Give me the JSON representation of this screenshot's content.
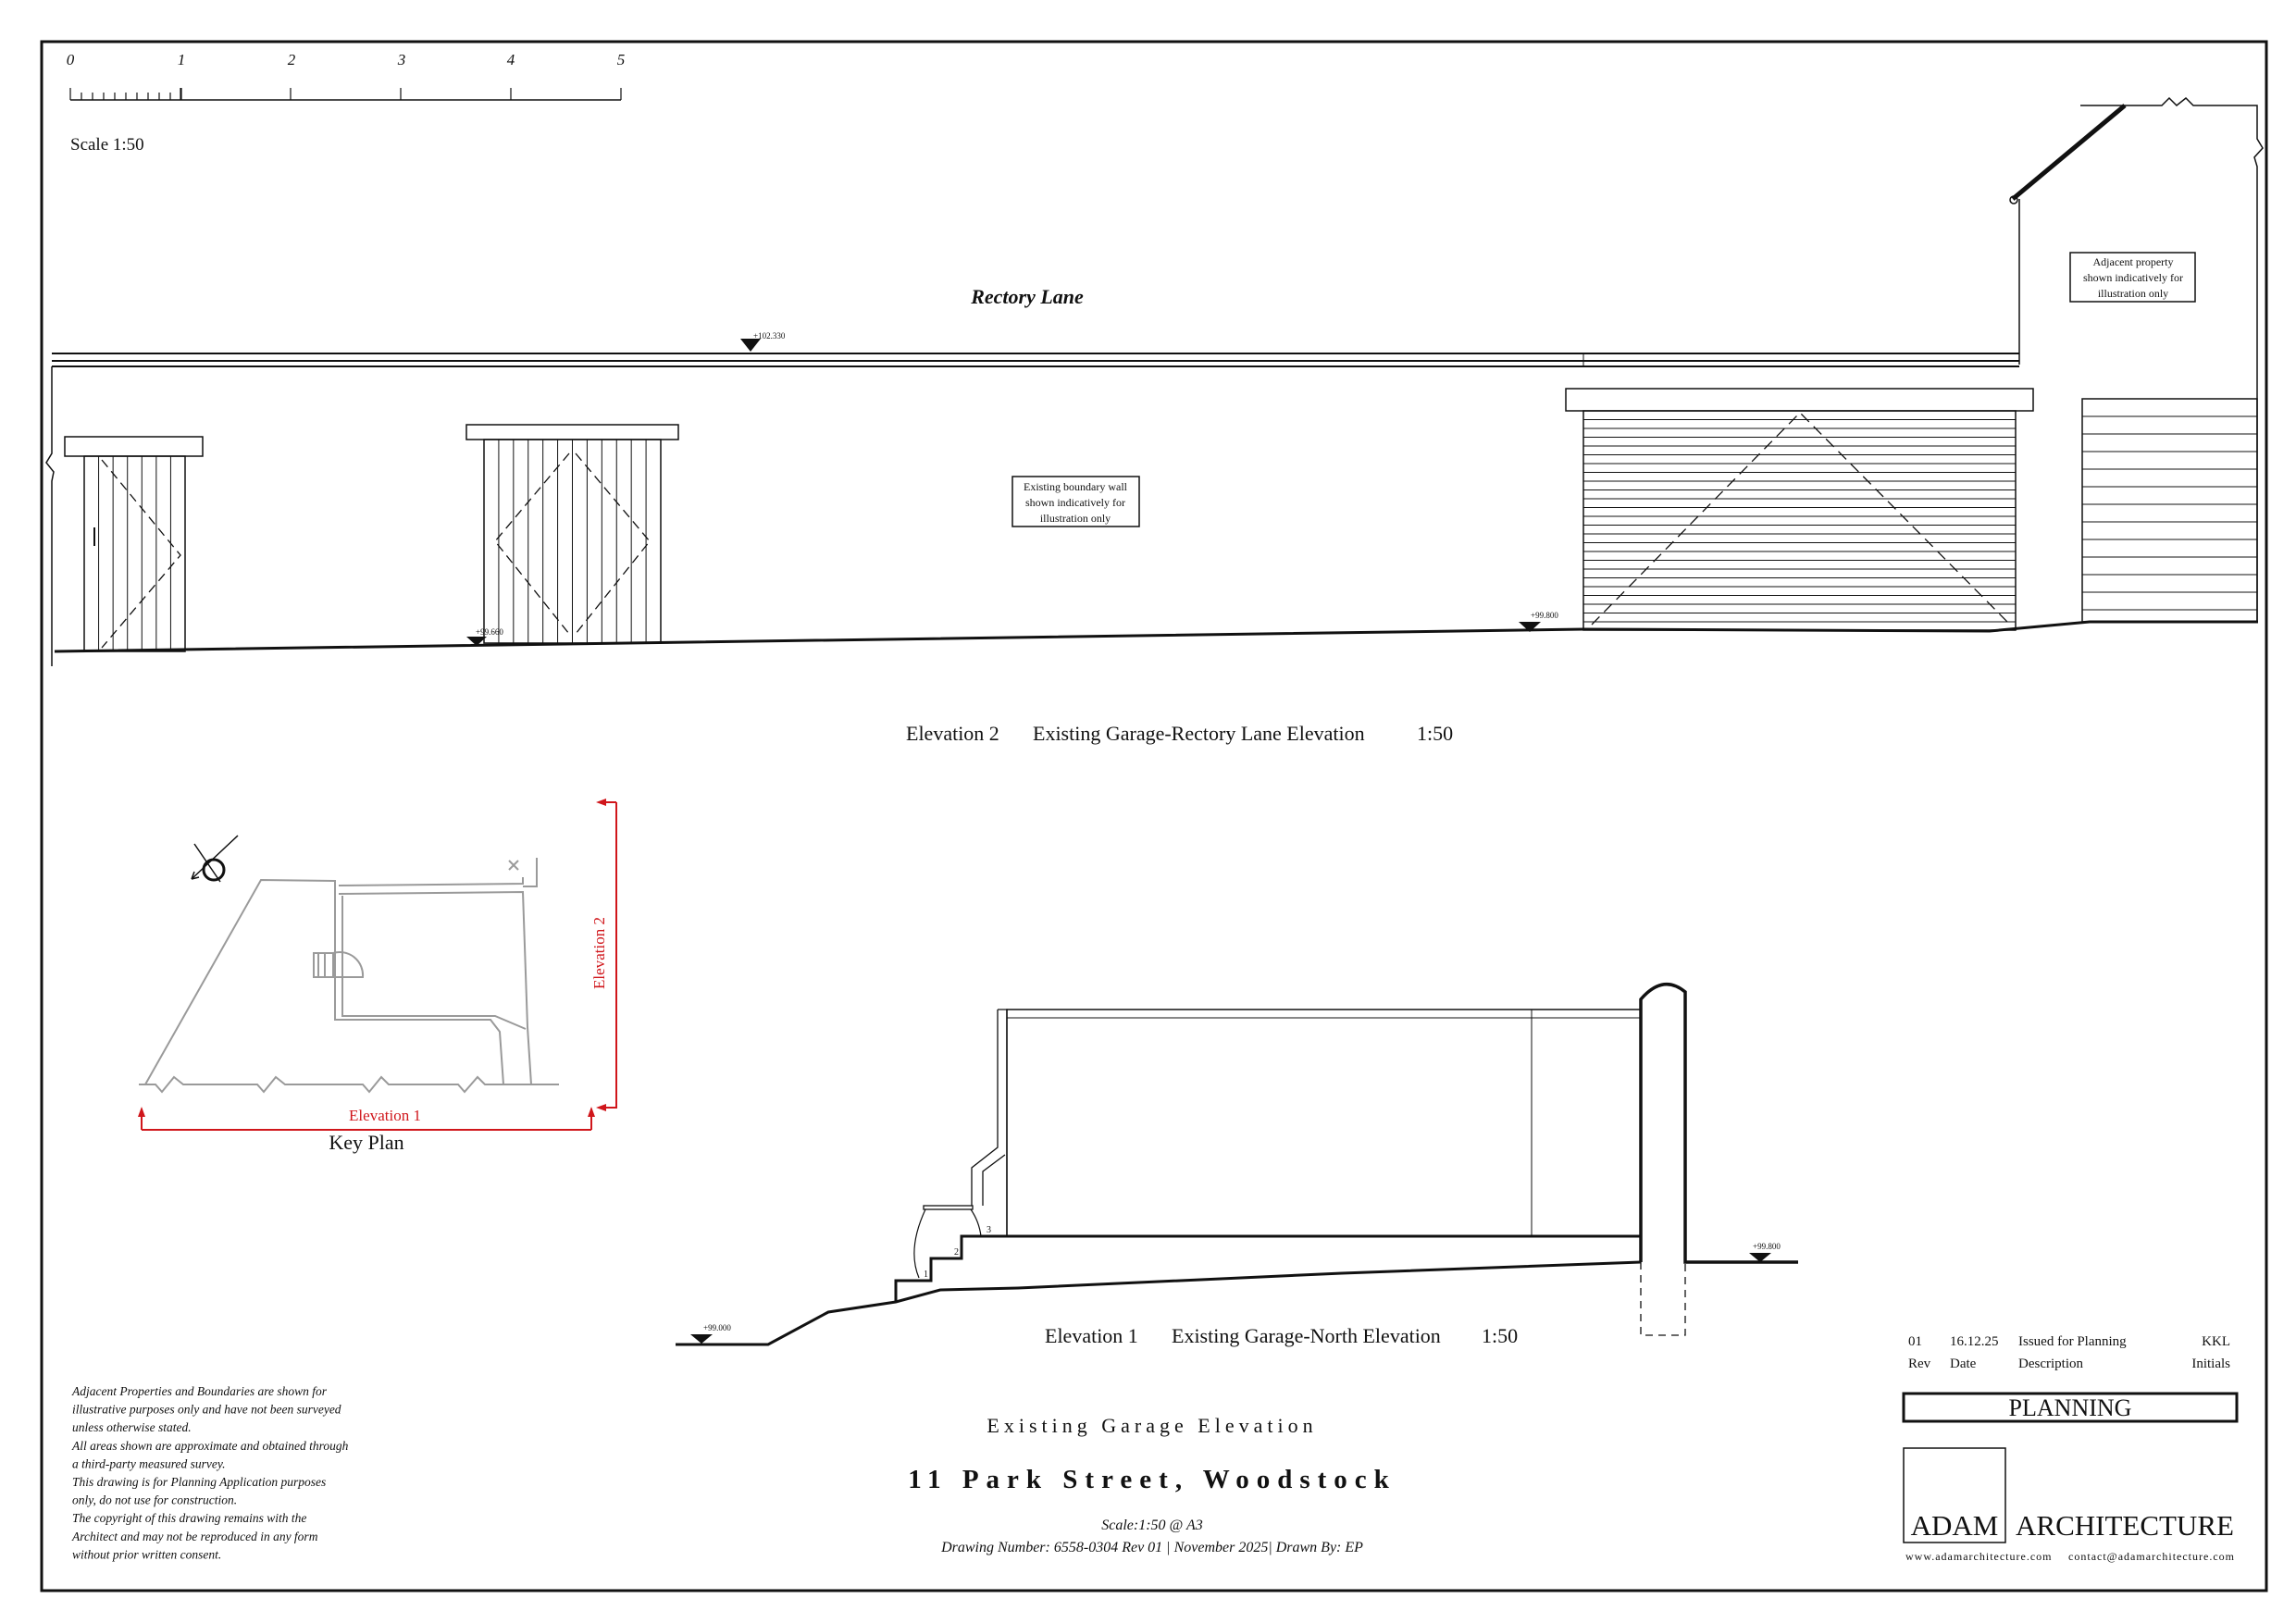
{
  "scale_bar": {
    "ticks": [
      "0",
      "1",
      "2",
      "3",
      "4",
      "5"
    ],
    "label": "Scale 1:50"
  },
  "elevation2": {
    "street_label": "Rectory Lane",
    "levels": {
      "top": "+102.330",
      "door": "+99.660",
      "garage": "+99.800"
    },
    "wall_note": [
      "Existing boundary wall",
      "shown indicatively for",
      "illustration only"
    ],
    "adjacent_note": [
      "Adjacent property",
      "shown indicatively for",
      "illustration only"
    ],
    "caption": {
      "number": "Elevation 2",
      "title": "Existing Garage-Rectory Lane Elevation",
      "scale": "1:50"
    }
  },
  "key_plan": {
    "title": "Key Plan",
    "elevation1": "Elevation 1",
    "elevation2": "Elevation 2",
    "accent_color": "#d0161b"
  },
  "elevation1": {
    "levels": {
      "low": "+99.000",
      "high": "+99.800"
    },
    "steps": [
      "1",
      "2",
      "3"
    ],
    "caption": {
      "number": "Elevation 1",
      "title": "Existing Garage-North Elevation",
      "scale": "1:50"
    }
  },
  "notes": [
    "Adjacent Properties and Boundaries are shown for",
    "illustrative purposes only and have not been surveyed",
    "unless otherwise stated.",
    "All areas shown are approximate and obtained through",
    "a third-party measured survey.",
    "This drawing is for Planning Application purposes",
    "only, do not use for construction.",
    "The copyright of this drawing remains with the",
    "Architect and may not be reproduced in any form",
    "without prior written consent."
  ],
  "title_block": {
    "subtitle": "Existing Garage Elevation",
    "title": "11 Park Street, Woodstock",
    "scale": "Scale:1:50 @ A3",
    "drawing_info": "Drawing Number: 6558-0304 Rev 01  |  November 2025| Drawn By: EP"
  },
  "revisions": {
    "row": {
      "rev": "01",
      "date": "16.12.25",
      "description": "Issued for Planning",
      "initials": "KKL"
    },
    "headers": {
      "rev": "Rev",
      "date": "Date",
      "description": "Description",
      "initials": "Initials"
    }
  },
  "status": "PLANNING",
  "firm": {
    "name_box": "ADAM",
    "name_rest": "ARCHITECTURE",
    "website": "www.adamarchitecture.com",
    "email": "contact@adamarchitecture.com"
  }
}
